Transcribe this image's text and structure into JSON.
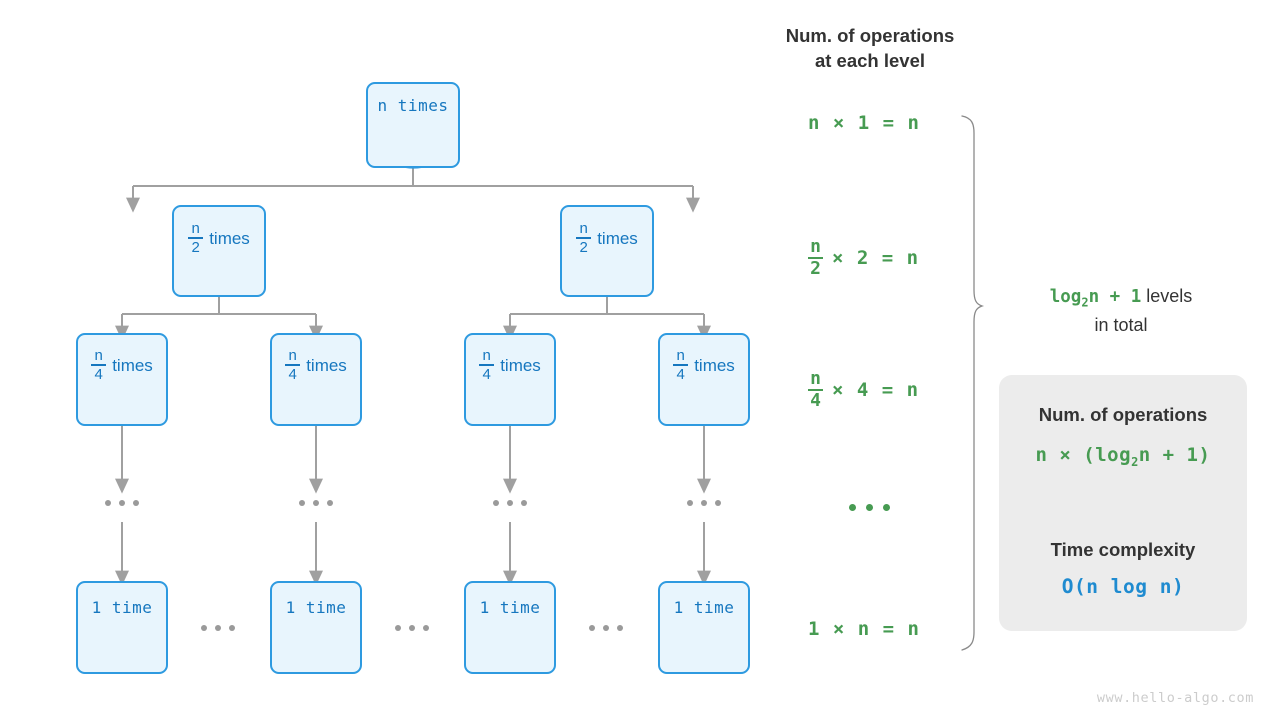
{
  "diagram": {
    "title_watermark": "www.hello-algo.com",
    "colors": {
      "node_fill": "#e8f5fd",
      "node_stroke": "#2e9ae0",
      "node_text": "#1677bf",
      "inner_fill": "#e9f2e3",
      "inner_stroke": "#71b56e",
      "connector": "#a0a0a0",
      "formula_green": "#479b52",
      "complexity_blue": "#1f8bd0",
      "card_bg": "#ececec",
      "heading": "#333333"
    }
  },
  "tree": {
    "levels": [
      {
        "level": 1,
        "nodes": [
          {
            "label": "n times",
            "numerator": "",
            "denominator": "",
            "kind": "plain"
          }
        ]
      },
      {
        "level": 2,
        "nodes": [
          {
            "label": "times",
            "numerator": "n",
            "denominator": "2",
            "kind": "fraction"
          },
          {
            "label": "times",
            "numerator": "n",
            "denominator": "2",
            "kind": "fraction"
          }
        ]
      },
      {
        "level": 3,
        "nodes": [
          {
            "label": "times",
            "numerator": "n",
            "denominator": "4",
            "kind": "fraction"
          },
          {
            "label": "times",
            "numerator": "n",
            "denominator": "4",
            "kind": "fraction"
          },
          {
            "label": "times",
            "numerator": "n",
            "denominator": "4",
            "kind": "fraction"
          },
          {
            "label": "times",
            "numerator": "n",
            "denominator": "4",
            "kind": "fraction"
          }
        ]
      },
      {
        "level": 4,
        "nodes": [
          {
            "label": "1 time",
            "numerator": "",
            "denominator": "",
            "kind": "plain"
          },
          {
            "label": "1 time",
            "numerator": "",
            "denominator": "",
            "kind": "plain"
          },
          {
            "label": "1 time",
            "numerator": "",
            "denominator": "",
            "kind": "plain"
          },
          {
            "label": "1 time",
            "numerator": "",
            "denominator": "",
            "kind": "plain"
          }
        ]
      }
    ],
    "ellipsis": "..."
  },
  "right_column": {
    "header": "Num. of operations\nat each level",
    "rows": [
      {
        "id": "level1",
        "numerator": "",
        "denominator": "",
        "expr": "n × 1 = n",
        "kind": "plain"
      },
      {
        "id": "level2",
        "numerator": "n",
        "denominator": "2",
        "expr": "× 2 = n",
        "kind": "fraction"
      },
      {
        "id": "level3",
        "numerator": "n",
        "denominator": "4",
        "expr": "× 4 = n",
        "kind": "fraction"
      },
      {
        "id": "ellipsis",
        "numerator": "",
        "denominator": "",
        "expr": "...",
        "kind": "dots"
      },
      {
        "id": "level4",
        "numerator": "",
        "denominator": "",
        "expr": "1 × n = n",
        "kind": "plain"
      }
    ],
    "levels_note": {
      "formula_base": "log",
      "formula_sub": "2",
      "formula_rest": "n + 1",
      "text_after": " levels",
      "text_line2": "in total"
    }
  },
  "info_card": {
    "operations_heading": "Num. of operations",
    "operations_formula_pre": "n × (log",
    "operations_formula_sub": "2",
    "operations_formula_post": "n + 1)",
    "arrow": "down-arrow",
    "complexity_heading": "Time complexity",
    "complexity_value": "O(n log n)"
  }
}
